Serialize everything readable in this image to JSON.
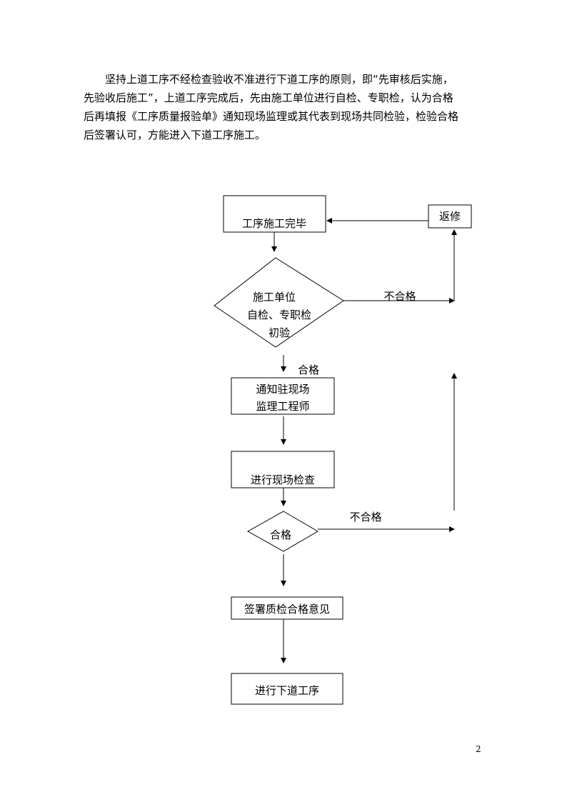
{
  "paragraph": {
    "lines": [
      "坚持上道工序不经检查验收不准进行下道工序的原则，即“先审核后实施，",
      "先验收后施工”，上道工序完成后，先由施工单位进行自检、专职检，认为合格",
      "后再填报《工序质量报验单》通知现场监理或其代表到现场共同检验，检验合格",
      "后签署认可，方能进入下道工序施工。"
    ]
  },
  "flowchart": {
    "start_box": "工序施工完毕",
    "repair_box": "返修",
    "decision1": [
      "施工单位",
      "自检、专职检",
      "初验"
    ],
    "fail_label_1": "不合格",
    "pass_label_1": "合格",
    "notify_box": [
      "通知驻现场",
      "监理工程师"
    ],
    "inspect_box": "进行现场检查",
    "decision2": "合格",
    "fail_label_2": "不合格",
    "sign_box": "签署质检合格意见",
    "next_box": "进行下道工序"
  },
  "page_number": "2"
}
